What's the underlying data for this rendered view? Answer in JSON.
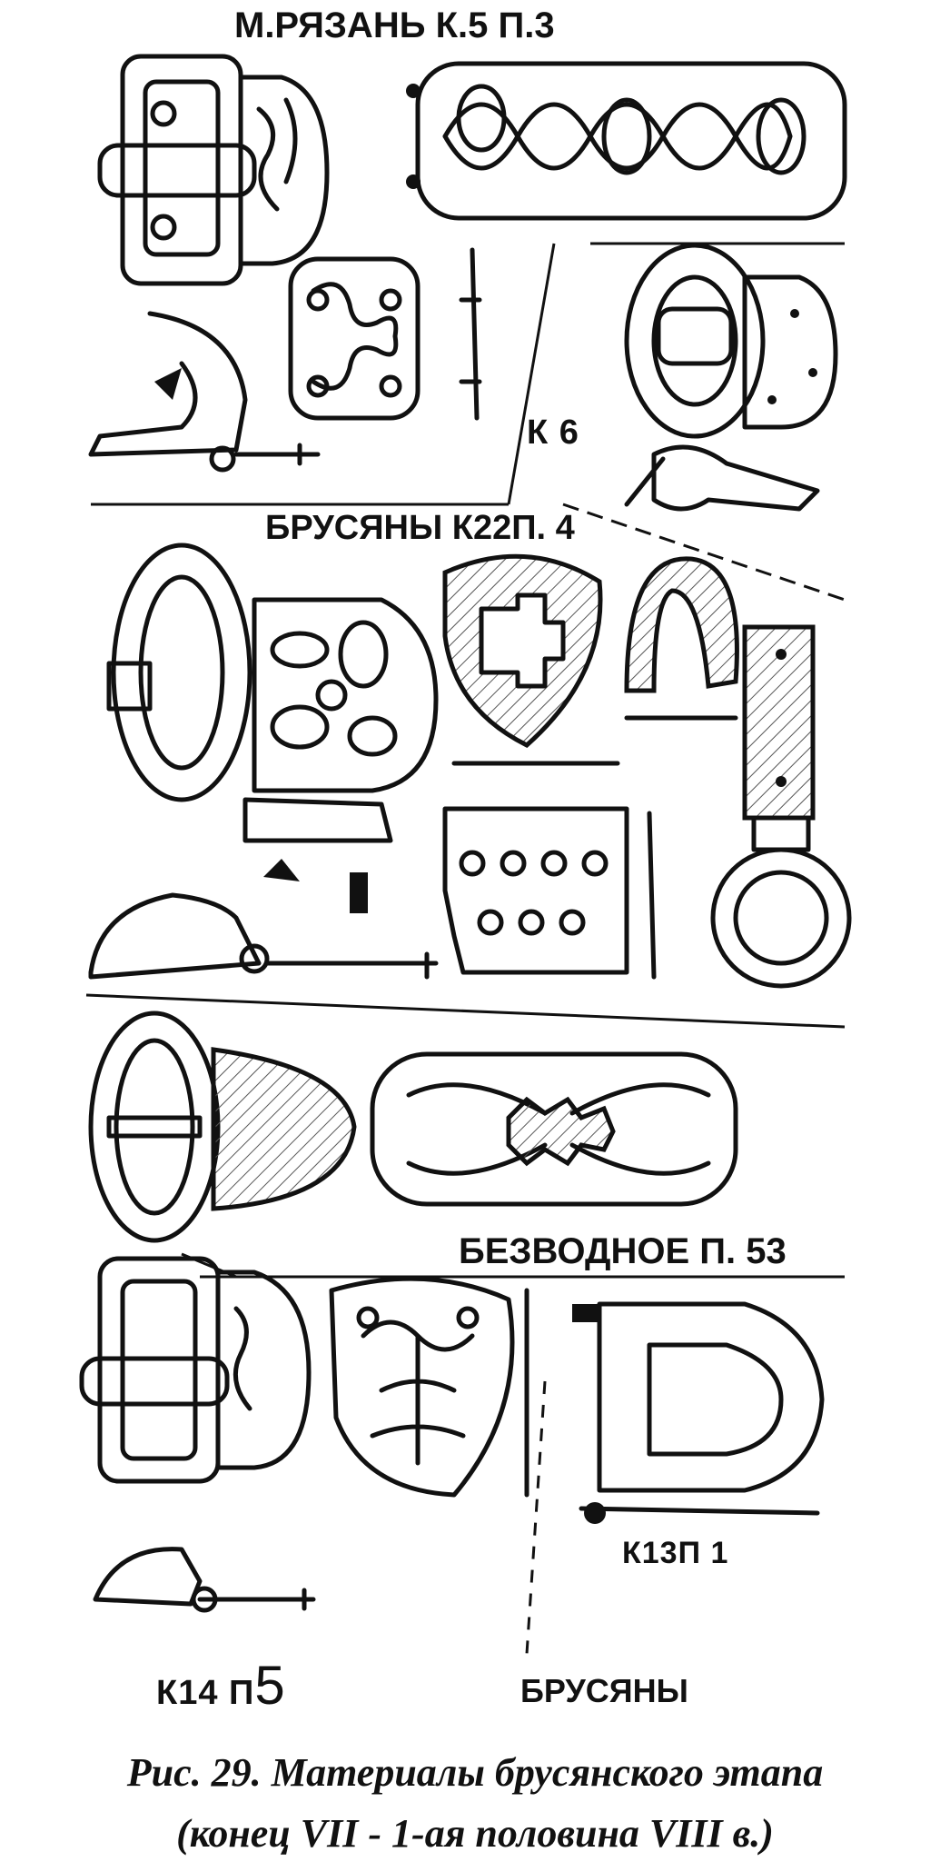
{
  "labels": {
    "ryazan": "М.РЯЗАНЬ  К.5 П.3",
    "k6": "К 6",
    "brusyany_top": "БРУСЯНЫ  К22П. 4",
    "bezvodnoe": "БЕЗВОДНОЕ    П. 53",
    "k13": "К13П 1",
    "k14_prefix": "К14 П",
    "k14_num": "5",
    "brusyany_bottom": "БРУСЯНЫ"
  },
  "caption": {
    "line1": "Рис.  29.  Материалы  брусянского  этапа",
    "line2": "(конец  VII  -  1-ая  половина  VIII  в.)"
  }
}
